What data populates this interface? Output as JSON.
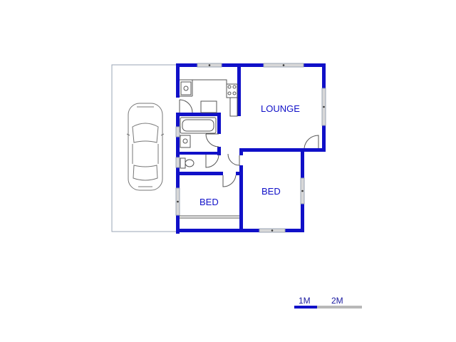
{
  "rooms": {
    "lounge": "LOUNGE",
    "bed_left": "BED",
    "bed_right": "BED"
  },
  "scale_bar": {
    "label_1": "1M",
    "label_2": "2M"
  },
  "colors": {
    "wall": "#1010c8",
    "window": "#d8d8d8",
    "scale_active": "#1010c8",
    "scale_inactive": "#b8b8b8"
  }
}
